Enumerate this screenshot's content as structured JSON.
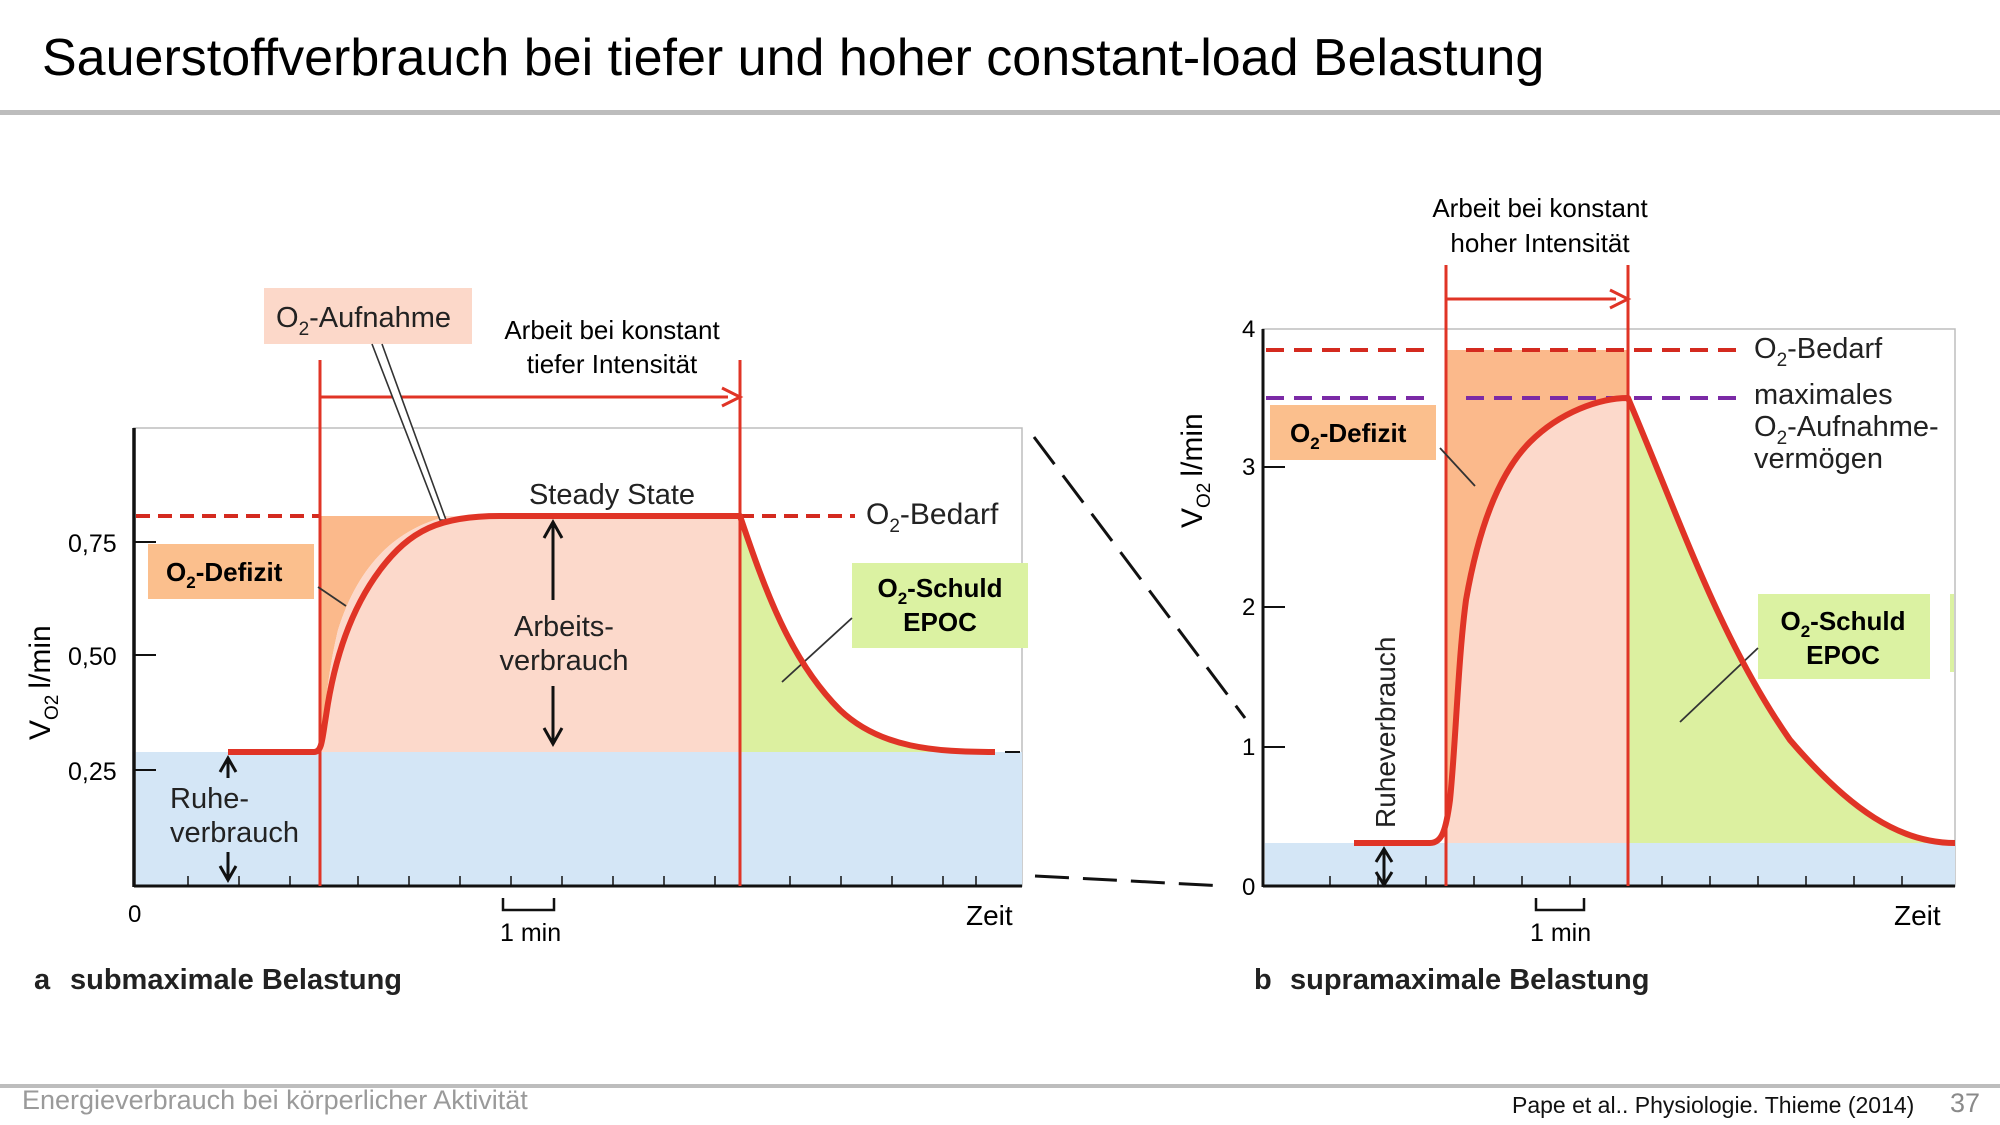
{
  "slide": {
    "title": "Sauerstoffverbrauch bei tiefer und hoher constant-load Belastung",
    "footer_left": "Energieverbrauch bei körperlicher Aktivität",
    "reference": "Pape et al.. Physiologie. Thieme (2014)",
    "page_number": "37"
  },
  "colors": {
    "curve": "#e03426",
    "demand_line": "#d42a1f",
    "max_line": "#7b2aa6",
    "deficit_fill": "#fbb98b",
    "work_fill": "#fcd9cb",
    "rest_fill": "#d4e6f6",
    "debt_fill": "#dcf0a0",
    "deficit_box": "#fbbf8d",
    "epoc_box": "#dbf2a2",
    "uptake_box": "#fcd8c9"
  },
  "panel_a": {
    "caption_letter": "a",
    "caption": "submaximale Belastung",
    "y_axis_label": "V",
    "y_axis_sub": "O2",
    "y_axis_unit": "l/min",
    "y_ticks": [
      "0,75",
      "0,50",
      "0,25"
    ],
    "x_origin": "0",
    "x_end_label": "Zeit",
    "time_scale": "1 min",
    "work_label_line1": "Arbeit bei konstant",
    "work_label_line2": "tiefer Intensität",
    "uptake_box_prefix": "O",
    "uptake_box_sub": "2",
    "uptake_box_text": "-Aufnahme",
    "deficit_prefix": "O",
    "deficit_sub": "2",
    "deficit_text": "-Defizit",
    "steady_state": "Steady State",
    "demand_prefix": "O",
    "demand_sub": "2",
    "demand_text": "-Bedarf",
    "work_use_line1": "Arbeits-",
    "work_use_line2": "verbrauch",
    "rest_line1": "Ruhe-",
    "rest_line2": "verbrauch",
    "debt_prefix": "O",
    "debt_sub": "2",
    "debt_text": "-Schuld",
    "epoc": "EPOC"
  },
  "panel_b": {
    "caption_letter": "b",
    "caption": "supramaximale Belastung",
    "y_axis_label": "V",
    "y_axis_sub": "O2",
    "y_axis_unit": "l/min",
    "y_ticks": [
      "4",
      "3",
      "2",
      "1",
      "0"
    ],
    "x_end_label": "Zeit",
    "time_scale": "1 min",
    "work_label_line1": "Arbeit bei konstant",
    "work_label_line2": "hoher Intensität",
    "demand_prefix": "O",
    "demand_sub": "2",
    "demand_text": "-Bedarf",
    "max_line1": "maximales",
    "max_line2_prefix": "O",
    "max_line2_sub": "2",
    "max_line2_text": "-Aufnahme-",
    "max_line3": "vermögen",
    "deficit_prefix": "O",
    "deficit_sub": "2",
    "deficit_text": "-Defizit",
    "rest_label": "Ruheverbrauch",
    "debt_prefix": "O",
    "debt_sub": "2",
    "debt_text": "-Schuld",
    "epoc": "EPOC"
  }
}
